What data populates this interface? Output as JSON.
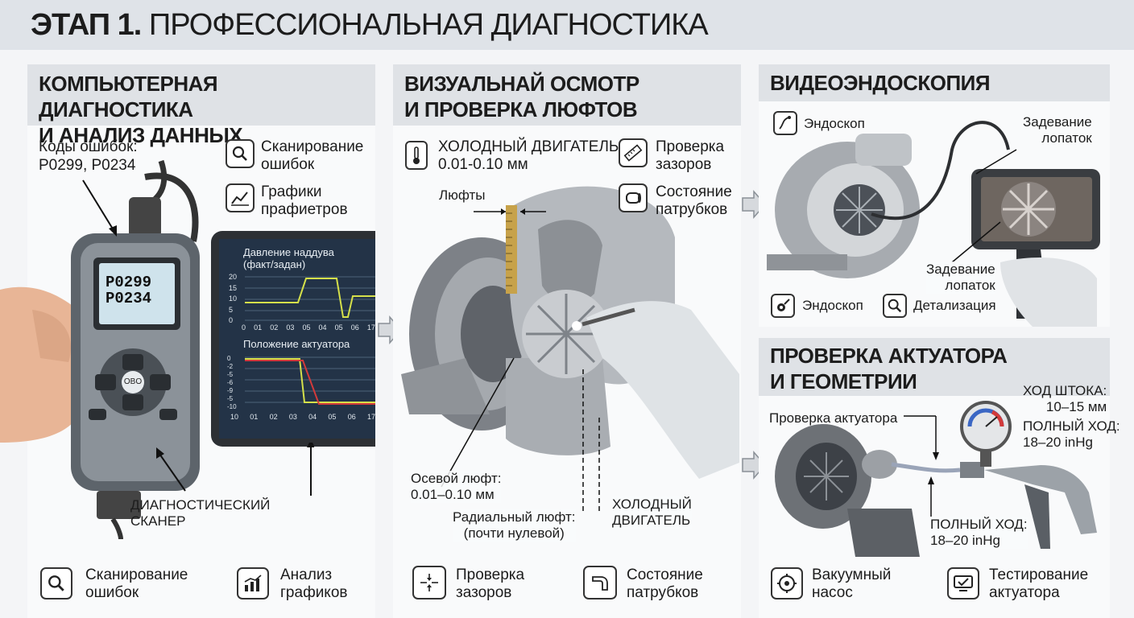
{
  "header": {
    "stage": "ЭТАП 1.",
    "title": "ПРОФЕССИОНАЛЬНАЯ ДИАГНОСТИКА"
  },
  "panel1": {
    "title_line1": "КОМПЬЮТЕРНАЯ ДИАГНОСТИКА",
    "title_line2": "И АНАЛИЗ ДАННЫХ",
    "codes_label": "Коды ошибок:",
    "codes_value": "P0299, P0234",
    "feature1_l1": "Сканирование",
    "feature1_l2": "ошибок",
    "feature2_l1": "Графики",
    "feature2_l2": "прафиетров",
    "scanner_screen_l1": "P0299",
    "scanner_screen_l2": "P0234",
    "scanner_center_btn": "OBO",
    "graph1_title_l1": "Давление наддува",
    "graph1_title_l2": "(факт/задан)",
    "graph1_yticks": [
      "20",
      "15",
      "10",
      "5",
      "0"
    ],
    "graph1_xticks": [
      "0",
      "01",
      "02",
      "03",
      "05",
      "04",
      "05",
      "06",
      "17"
    ],
    "graph2_title": "Положение актуатора",
    "graph2_yticks": [
      "0",
      "-2",
      "-5",
      "-6",
      "-9",
      "-5",
      "-10"
    ],
    "graph2_xticks": [
      "10",
      "01",
      "02",
      "03",
      "04",
      "05",
      "06",
      "17"
    ],
    "scanner_label_l1": "ДИАГНОСТИЧЕСКИЙ",
    "scanner_label_l2": "СКАНЕР",
    "bottom1_l1": "Сканирование",
    "bottom1_l2": "ошибок",
    "bottom2_l1": "Анализ",
    "bottom2_l2": "графиков"
  },
  "panel2": {
    "title_line1": "ВИЗУАЛЬНАЙ ОСМОТР",
    "title_line2": "И ПРОВЕРКА ЛЮФТОВ",
    "cold_l1": "ХОЛОДНЫЙ ДВИГАТЕЛЬ",
    "cold_l2": "0.01-0.10 мм",
    "check_l1": "Проверка",
    "check_l2": "зазоров",
    "pipes_l1": "Состояние",
    "pipes_l2": "патрубков",
    "play_label": "Люфты",
    "axial_l1": "Осевой люфт:",
    "axial_l2": "0.01–0.10 мм",
    "radial_l1": "Радиальный люфт:",
    "radial_l2": "(почти нулевой)",
    "cold2_l1": "ХОЛОДНЫЙ",
    "cold2_l2": "ДВИГАТЕЛЬ",
    "bottom1_l1": "Проверка",
    "bottom1_l2": "зазоров",
    "bottom2_l1": "Состояние",
    "bottom2_l2": "патрубков"
  },
  "panel3": {
    "title": "ВИДЕОЭНДОСКОПИЯ",
    "endoscope": "Эндоскоп",
    "blade_top_l1": "Задевание",
    "blade_top_l2": "лопаток",
    "blade_mid_l1": "Задевание",
    "blade_mid_l2": "лопаток",
    "endoscope2": "Эндоскоп",
    "detail": "Детализация"
  },
  "panel4": {
    "title_line1": "ПРОВЕРКА АКТУАТОРА",
    "title_line2": "И ГЕОМЕТРИИ",
    "stroke_l1": "ХОД ШТОКА:",
    "stroke_l2": "10–15 мм",
    "full_l1": "ПОЛНЫЙ ХОД:",
    "full_l2": "18–20 inHg",
    "actuator_check": "Проверка актуатора",
    "full2_l1": "ПОЛНЫЙ ХОД:",
    "full2_l2": "18–20 inHg",
    "bottom1_l1": "Вакуумный",
    "bottom1_l2": "насос",
    "bottom2_l1": "Тестирование",
    "bottom2_l2": "актуатора"
  },
  "colors": {
    "header_bg": "#dfe3e8",
    "panel_head_bg": "#dfe2e6",
    "graph_line": "#d5e04a",
    "graph_red": "#d23a3a"
  }
}
